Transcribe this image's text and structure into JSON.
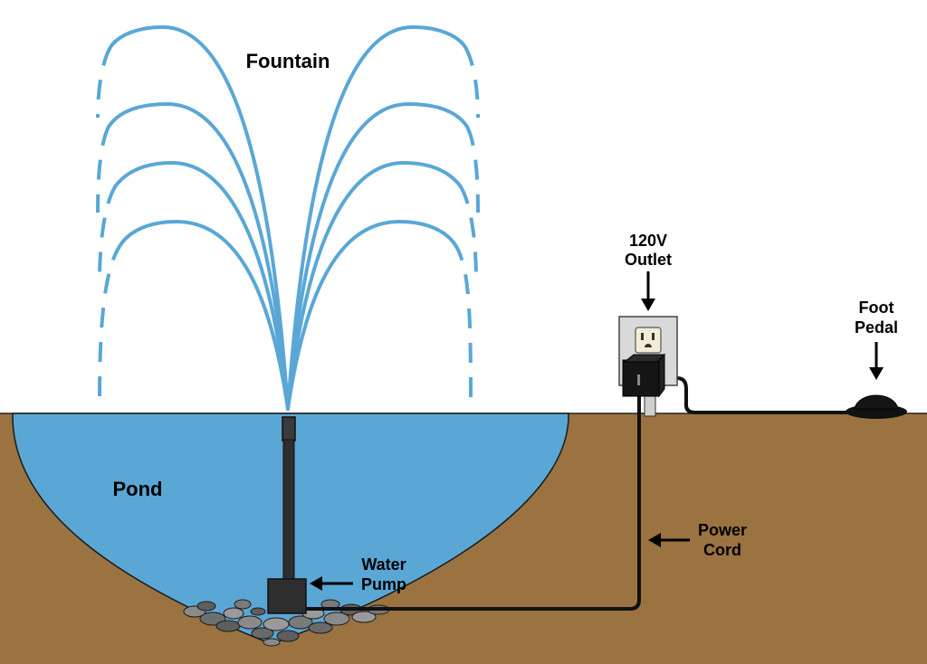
{
  "labels": {
    "fountain": "Fountain",
    "pond": "Pond",
    "pump_line1": "Water",
    "pump_line2": "Pump",
    "outlet_line1": "120V",
    "outlet_line2": "Outlet",
    "pedal_line1": "Foot",
    "pedal_line2": "Pedal",
    "cord_line1": "Power",
    "cord_line2": "Cord"
  },
  "colors": {
    "ground": "#9b7340",
    "water": "#5aa7d6",
    "spray": "#5aa7d6",
    "pipe": "#2e2e2e",
    "outlet_plate": "#d9d9d9",
    "receptacle": "#f4ecd6",
    "cord": "#111111"
  },
  "icons": [
    "outlet-icon",
    "plug-icon",
    "foot-pedal-icon",
    "water-pump-icon",
    "arrow-icon"
  ]
}
